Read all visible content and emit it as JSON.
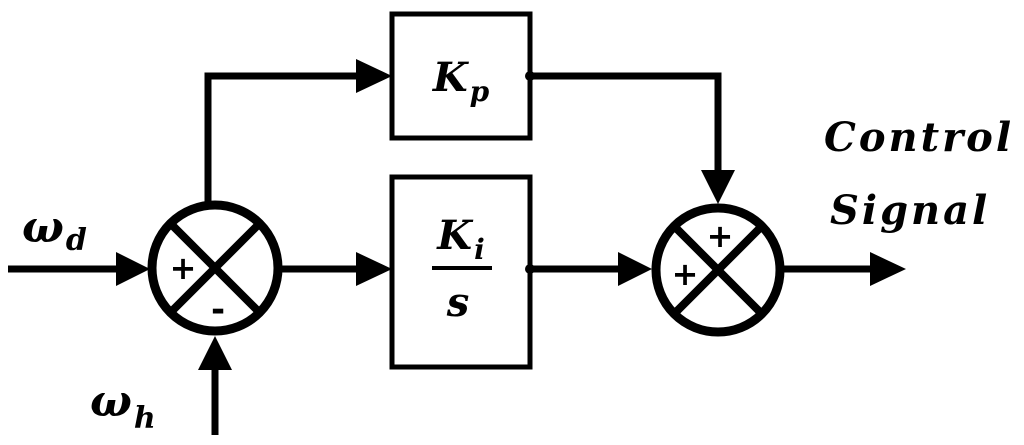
{
  "inputs": {
    "desired": {
      "symbol": "ω",
      "subscript": "d"
    },
    "measured": {
      "symbol": "ω",
      "subscript": "h"
    }
  },
  "blocks": {
    "proportional": {
      "symbol": "K",
      "subscript": "p"
    },
    "integral": {
      "numerator_symbol": "K",
      "numerator_subscript": "i",
      "denominator": "s"
    }
  },
  "summing_junctions": {
    "error": {
      "plus_sign": "+",
      "minus_sign": "-"
    },
    "output": {
      "top_sign": "+",
      "left_sign": "+"
    }
  },
  "output": {
    "line1": "Control",
    "line2": "Signal"
  }
}
